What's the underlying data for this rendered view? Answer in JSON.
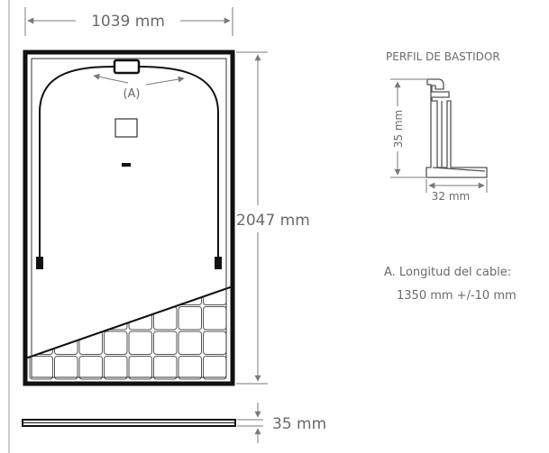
{
  "dimensions": {
    "width": "1039 mm",
    "height": "2047 mm",
    "thickness": "35 mm"
  },
  "cable_marker": "(A)",
  "frame_profile": {
    "title": "PERFIL DE BASTIDOR",
    "height_label": "35 mm",
    "width_label": "32 mm"
  },
  "legend": {
    "line1": "A. Longitud del cable:",
    "line2": "1350 mm +/-10 mm"
  },
  "colors": {
    "line": "#6a6a6a",
    "panel_dark": "#111111",
    "cell_border": "#555555",
    "cell_fill": "#ffffff"
  }
}
